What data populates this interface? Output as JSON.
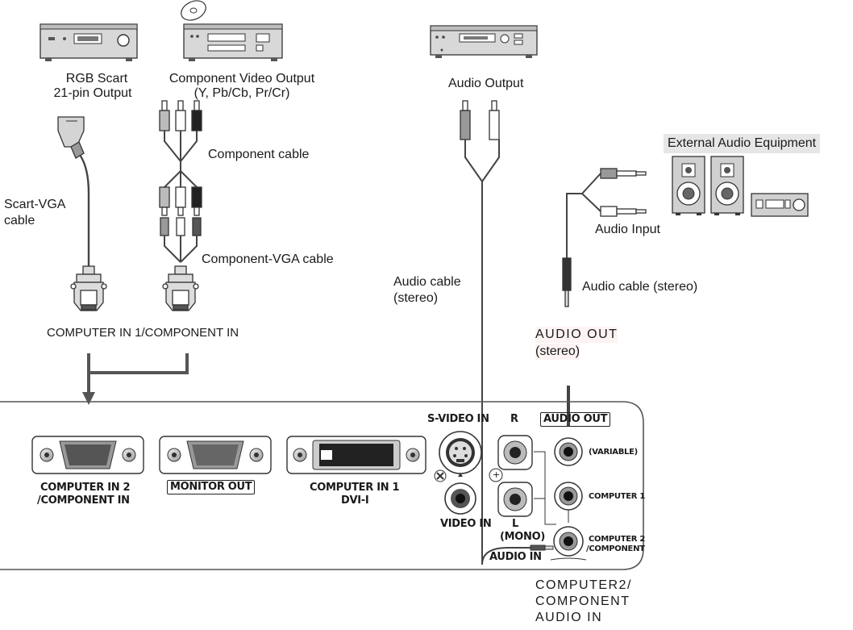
{
  "devices": {
    "rgb_scart": "RGB Scart",
    "rgb_scart_2": "21-pin Output",
    "component_video": "Component Video Output",
    "component_video_2": "(Y, Pb/Cb, Pr/Cr)",
    "audio_output": "Audio Output",
    "external_audio": "External Audio Equipment",
    "audio_input": "Audio Input"
  },
  "cables": {
    "scart_vga_1": "Scart-VGA",
    "scart_vga_2": "cable",
    "component_cable": "Component cable",
    "component_vga_cable": "Component-VGA cable",
    "audio_cable_1": "Audio  cable",
    "audio_cable_2": "(stereo)",
    "audio_cable_stereo": "Audio cable  (stereo)"
  },
  "ports": {
    "computer_in1_component_in": "COMPUTER IN 1/COMPONENT IN",
    "audio_out_1": "AUDIO OUT",
    "audio_out_2": "(stereo)",
    "computer2_audio_1": "COMPUTER2/",
    "computer2_audio_2": "COMPONENT",
    "computer2_audio_3": "AUDIO IN"
  },
  "panel": {
    "svideo_in": "S-VIDEO IN",
    "r": "R",
    "audio_out": "AUDIO OUT",
    "variable": "(VARIABLE)",
    "computer_in2": "COMPUTER IN 2",
    "component_in": "/COMPONENT IN",
    "monitor_out": "MONITOR OUT",
    "computer_in1": "COMPUTER IN 1",
    "dvi_i": "DVI-I",
    "computer1": "COMPUTER 1",
    "video_in": "VIDEO IN",
    "l": "L",
    "mono": "(MONO)",
    "audio_in": "AUDIO IN",
    "computer2": "COMPUTER 2",
    "component": "/COMPONENT",
    "plus": "+"
  },
  "colors": {
    "line": "#222222",
    "fill_dark": "#333333",
    "fill_mid": "#888888",
    "fill_light": "#cfcfcf",
    "shade": "#e6e6e6"
  }
}
